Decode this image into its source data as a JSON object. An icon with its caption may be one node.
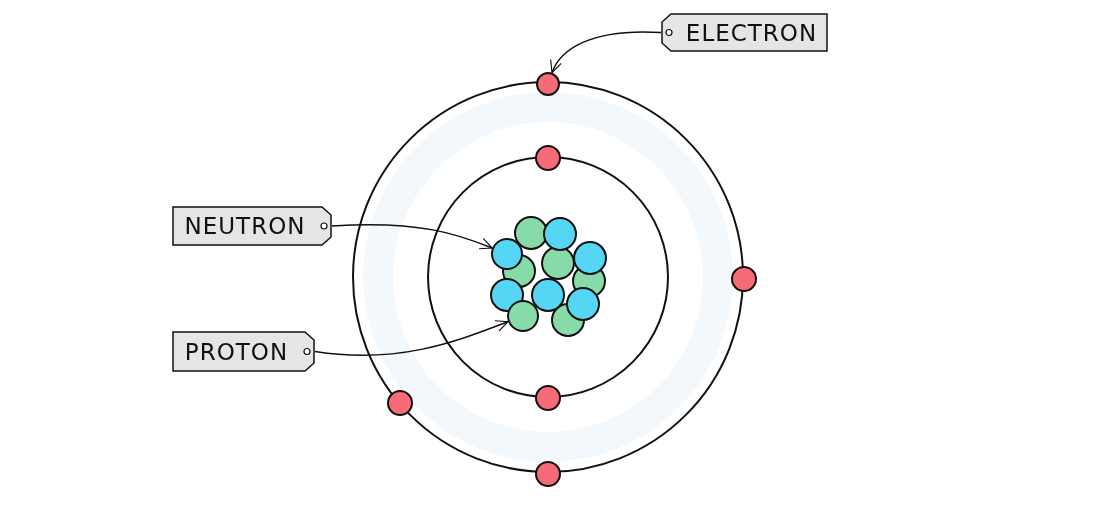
{
  "diagram": {
    "nodes": [
      {
        "text": [
          "ELECTRON"
        ]
      },
      {
        "text": [],
        "shape": "circle"
      },
      {
        "text": [
          "NEUTRON"
        ]
      },
      {
        "text": [],
        "shape": "circle"
      },
      {
        "text": [
          "PROTON"
        ]
      },
      {
        "text": [],
        "shape": "circle"
      }
    ],
    "edges": [
      {
        "from": 0,
        "to": 1,
        "arrow": "to"
      },
      {
        "from": 2,
        "to": 3,
        "arrow": "to"
      },
      {
        "from": 4,
        "to": 5,
        "arrow": "to"
      }
    ]
  }
}
